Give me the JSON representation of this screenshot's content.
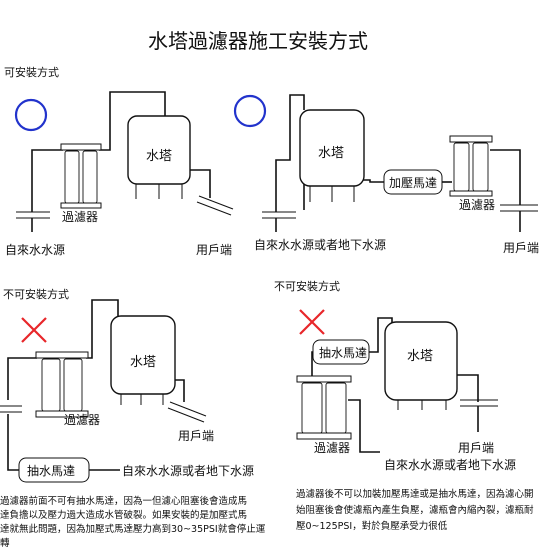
{
  "title": "水塔過濾器施工安裝方式",
  "sections": {
    "allowed": "可安裝方式",
    "forbidden_left": "不可安裝方式",
    "forbidden_right": "不可安裝方式"
  },
  "labels": {
    "tank": "水塔",
    "filter": "過濾器",
    "user_end": "用戶端",
    "tap_water": "自來水水源",
    "tap_or_ground": "自來水水源或者地下水源",
    "booster_pump": "加壓馬達",
    "suction_pump": "抽水馬達"
  },
  "notes": {
    "left": [
      "過濾器前面不可有抽水馬達，因為一但濾心阻塞後會造成馬",
      "達負擔以及壓力過大造成水管破裂。如果安裝的是加壓式馬",
      "達就無此問題，因為加壓式馬達壓力高到30~35PSI就會停止運",
      "轉"
    ],
    "right": [
      "過濾器後不可以加裝加壓馬達或是抽水馬達，因為濾心開",
      "始阻塞後會使濾瓶內產生負壓，濾瓶會內縮內裂，濾瓶耐",
      "壓0~125PSI，對於負壓承受力很低"
    ]
  },
  "marks": {
    "ok_color": "#2233cc",
    "no_color": "#e8262a",
    "ok_icon": "blue-circle",
    "no_icon": "red-x"
  }
}
